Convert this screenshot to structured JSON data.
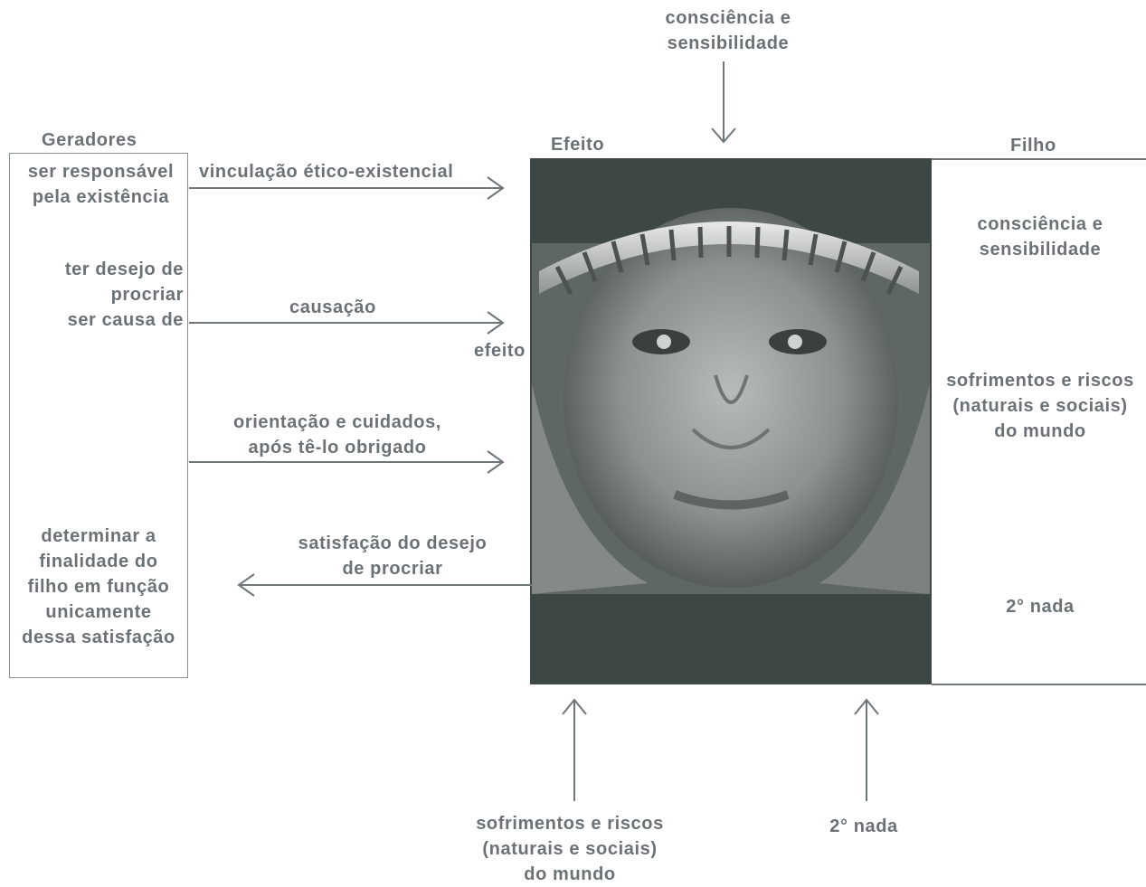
{
  "top": {
    "text": "consciência e\nsensibilidade"
  },
  "headers": {
    "geradores": "Geradores",
    "efeito": "Efeito",
    "filho": "Filho"
  },
  "geradores": {
    "responsavel": "ser responsável\npela existência",
    "desejo": "ter desejo de\nprocriar\nser causa de",
    "finalidade": "determinar a\nfinalidade do\nfilho em função\nunicamente\ndessa satisfação"
  },
  "arrows": {
    "vinculacao": "vinculação ético-existencial",
    "causacao": "causação",
    "efeito": "efeito",
    "orientacao": "orientação e cuidados,\napós tê-lo obrigado",
    "satisfacao": "satisfação do desejo\nde procriar"
  },
  "filho": {
    "consciencia": "consciência e\nsensibilidade",
    "sofrimentos": "sofrimentos e riscos\n(naturais e sociais)\ndo mundo",
    "nada": "2° nada"
  },
  "bottom": {
    "sofrimentos": "sofrimentos e riscos\n(naturais e sociais)\ndo mundo",
    "nada": "2° nada"
  },
  "colors": {
    "text": "#6b7276",
    "line": "#6f7679",
    "photo_bg": "#3d4846"
  },
  "photo": {
    "icon": "baby-face-photo"
  }
}
